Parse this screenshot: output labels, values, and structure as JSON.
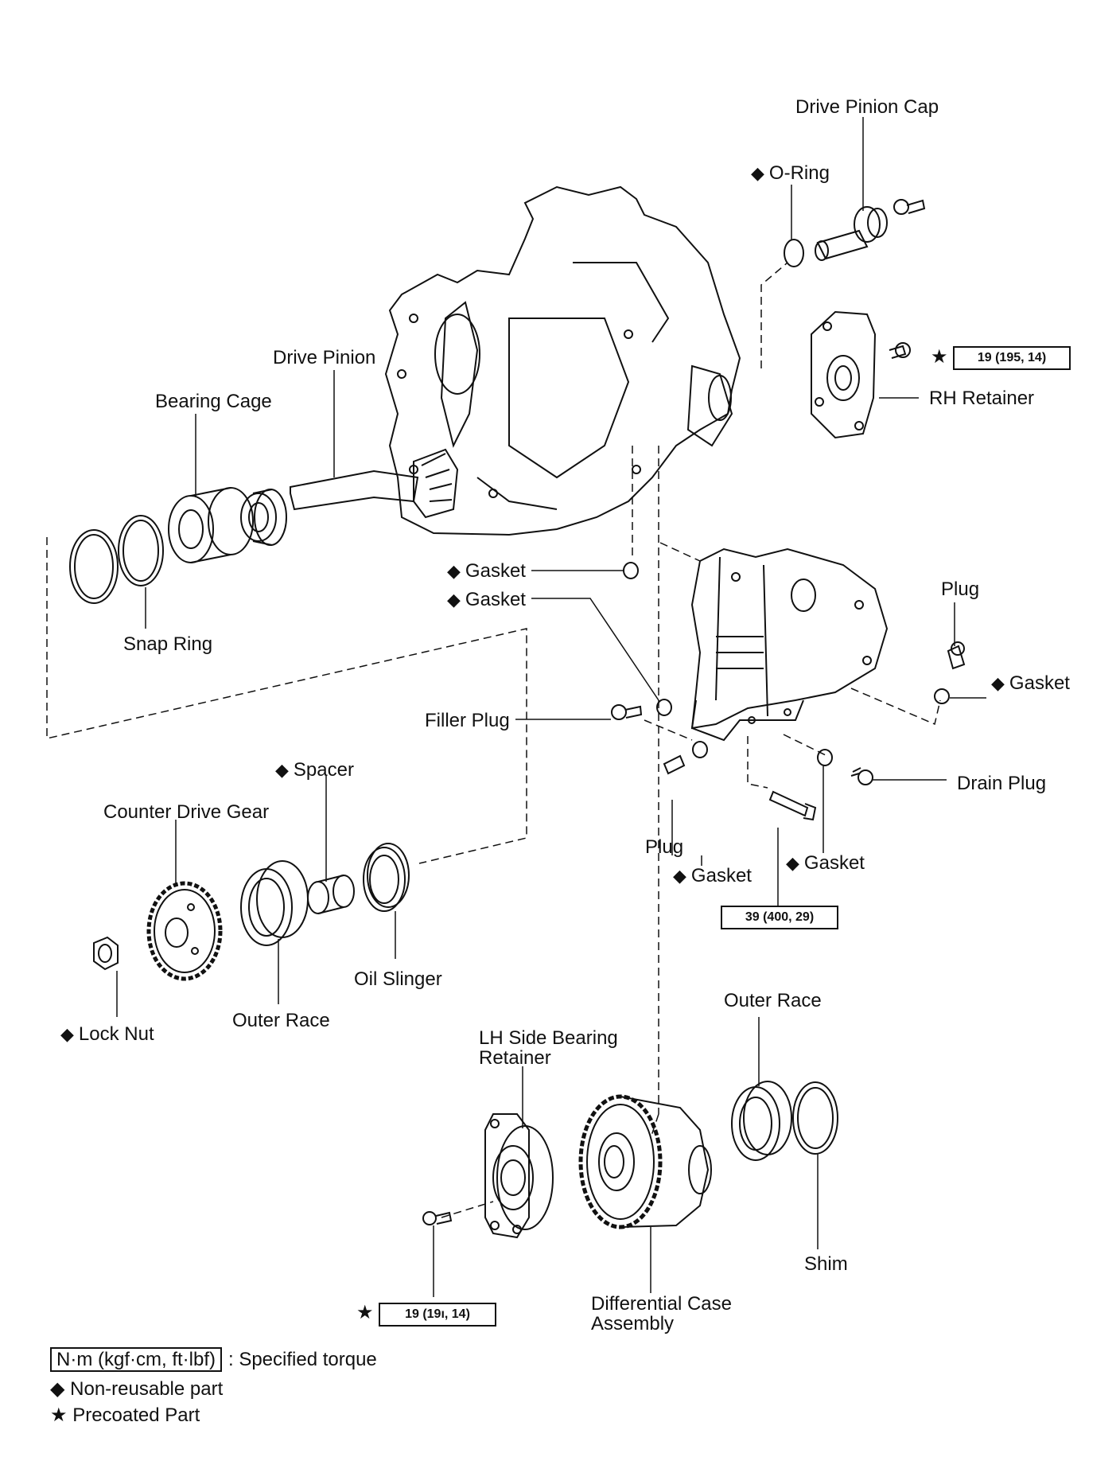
{
  "labels": {
    "drive_pinion_cap": "Drive Pinion Cap",
    "o_ring": "O-Ring",
    "rh_retainer": "RH Retainer",
    "drive_pinion": "Drive Pinion",
    "bearing_cage": "Bearing Cage",
    "snap_ring": "Snap Ring",
    "gasket_1": "Gasket",
    "gasket_2": "Gasket",
    "plug_top": "Plug",
    "gasket_right": "Gasket",
    "filler_plug": "Filler Plug",
    "drain_plug": "Drain Plug",
    "spacer": "Spacer",
    "counter_drive_gear": "Counter Drive Gear",
    "plug_bottom": "Plug",
    "gasket_mid": "Gasket",
    "gasket_low": "Gasket",
    "oil_slinger": "Oil Slinger",
    "lock_nut": "Lock Nut",
    "outer_race_left": "Outer Race",
    "outer_race_right": "Outer Race",
    "lh_side_bearing_retainer_line1": "LH Side Bearing",
    "lh_side_bearing_retainer_line2": "Retainer",
    "shim": "Shim",
    "differential_case_line1": "Differential Case",
    "differential_case_line2": "Assembly"
  },
  "torque": {
    "rh_retainer": "19 (195, 14)",
    "drain_bolt": "39 (400, 29)",
    "lh_retainer": "19 (19ı, 14)"
  },
  "legend": {
    "unit": "N·m (kgf·cm, ft·lbf)",
    "unit_desc": ": Specified torque",
    "nonreusable": "Non-reusable part",
    "precoated": "Precoated Part"
  },
  "symbols": {
    "nonreusable": "◆",
    "precoated": "★"
  }
}
